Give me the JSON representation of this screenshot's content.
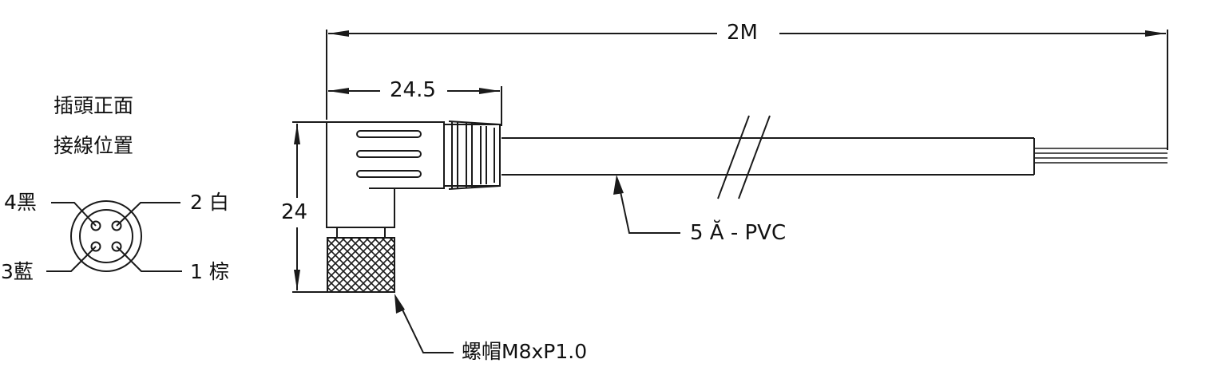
{
  "plug_face": {
    "title_line1": "插頭正面",
    "title_line2": "接線位置",
    "pins": [
      {
        "label": "4黑"
      },
      {
        "label": "2 白"
      },
      {
        "label": "3藍"
      },
      {
        "label": "1 棕"
      }
    ]
  },
  "dimensions": {
    "overall_length": "2M",
    "head_length": "24.5",
    "head_height": "24"
  },
  "callouts": {
    "cable": "5 Ă - PVC",
    "nut": "螺帽M8xP1.0"
  },
  "colors": {
    "line": "#1a1a1a",
    "background": "#ffffff"
  }
}
